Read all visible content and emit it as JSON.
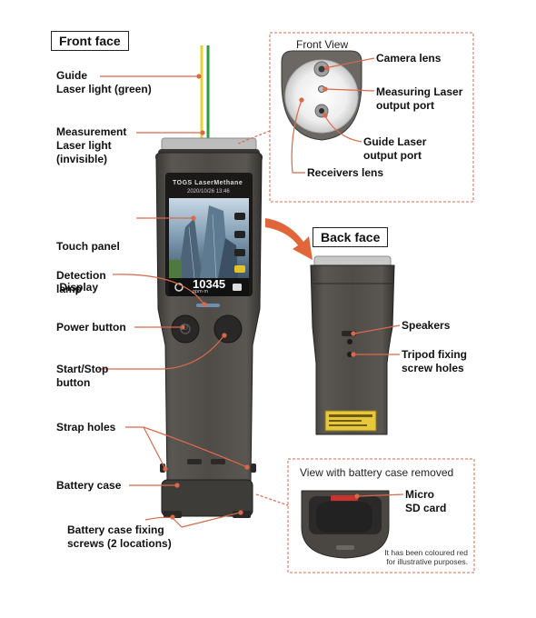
{
  "front_face_tag": "Front face",
  "back_face_tag": "Back face",
  "front_view_title": "Front View",
  "battery_view_title": "View with battery case removed",
  "battery_view_note": [
    "It has been coloured red",
    "for illustrative purposes."
  ],
  "device_screen": {
    "brand": "TOGS LaserMethane",
    "datetime": "2020/10/26 13:46",
    "reading": "10345",
    "unit": "ppm·m"
  },
  "labels_left": [
    {
      "id": "guide-laser",
      "lines": [
        "Guide",
        "Laser light (green)"
      ]
    },
    {
      "id": "measurement-laser",
      "lines": [
        "Measurement",
        "Laser light",
        "(invisible)"
      ]
    },
    {
      "id": "touch-panel",
      "lines": [
        "Touch panel",
        " Display"
      ]
    },
    {
      "id": "detection-lamp",
      "lines": [
        "Detection",
        "lamp"
      ]
    },
    {
      "id": "power-button",
      "lines": [
        "Power button"
      ]
    },
    {
      "id": "start-stop",
      "lines": [
        "Start/Stop",
        "button"
      ]
    },
    {
      "id": "strap-holes",
      "lines": [
        "Strap holes"
      ]
    },
    {
      "id": "battery-case",
      "lines": [
        "Battery case"
      ]
    },
    {
      "id": "fixing-screws",
      "lines": [
        "Battery case fixing",
        "screws (2 locations)"
      ]
    }
  ],
  "labels_front_view": [
    {
      "id": "camera-lens",
      "lines": [
        "Camera lens"
      ]
    },
    {
      "id": "measuring-laser-port",
      "lines": [
        "Measuring Laser",
        "output port"
      ]
    },
    {
      "id": "guide-laser-port",
      "lines": [
        "Guide Laser",
        "output port"
      ]
    },
    {
      "id": "receivers-lens",
      "lines": [
        "Receivers lens"
      ]
    }
  ],
  "labels_back": [
    {
      "id": "speakers",
      "lines": [
        "Speakers"
      ]
    },
    {
      "id": "tripod-holes",
      "lines": [
        "Tripod fixing",
        "screw holes"
      ]
    }
  ],
  "labels_battery": [
    {
      "id": "micro-sd",
      "lines": [
        "Micro",
        "SD card"
      ]
    }
  ],
  "colors": {
    "leader": "#d9694a",
    "device": "#4a4743",
    "device_dark": "#2f2d2a",
    "green_laser": "#2f9a3a",
    "yellow_laser": "#e6d23a",
    "sd_red": "#c8332b"
  }
}
